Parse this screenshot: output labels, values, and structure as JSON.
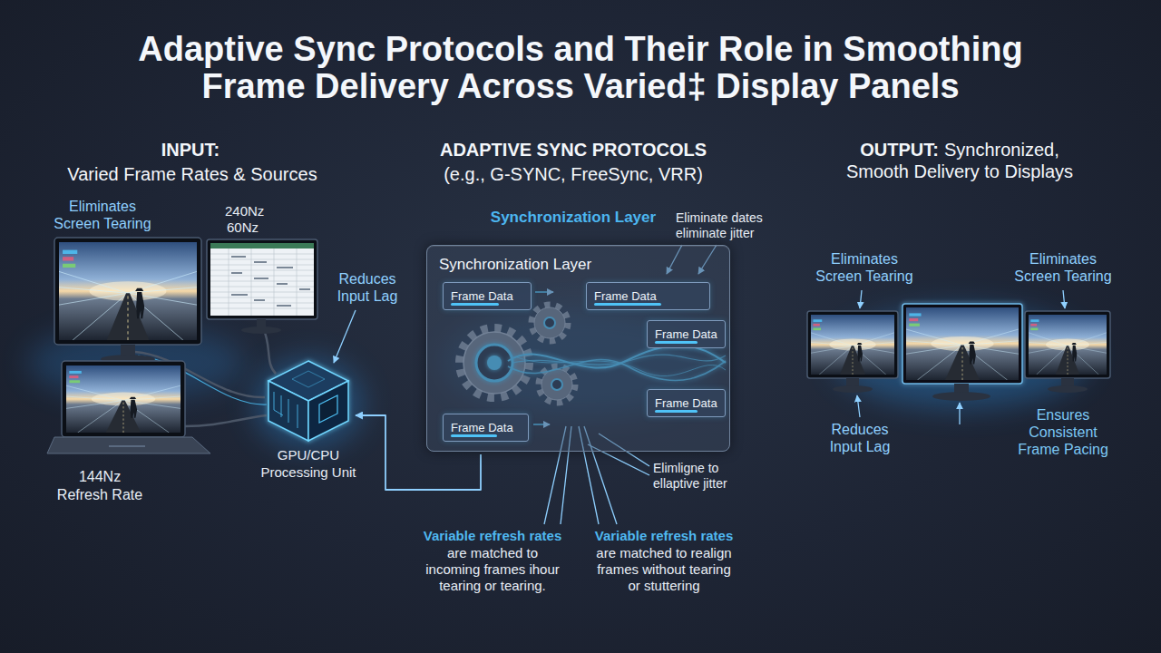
{
  "diagram": {
    "title": "Adaptive Sync Protocols and Their Role in Smoothing Frame Delivery Across Varied‡ Display Panels",
    "nodes": [
      {
        "text": [
          "GPU/CPU Processing Unit"
        ]
      },
      {
        "text": [
          "Synchronization Layer"
        ]
      },
      {
        "text": [
          "Frame Data"
        ],
        "in": 1
      },
      {
        "text": [
          "Frame Data"
        ],
        "in": 1
      },
      {
        "text": [
          "Frame Data"
        ],
        "in": 1
      },
      {
        "text": [
          "Frame Data"
        ],
        "in": 1
      },
      {
        "text": [
          "Frame Data"
        ],
        "in": 1
      }
    ],
    "edges": [
      {
        "from": 0,
        "to": 1,
        "arrow": "to"
      },
      {
        "from": 1,
        "to": 0,
        "arrow": "to"
      }
    ],
    "labels": [
      "INPUT:",
      "Varied Frame Rates & Sources",
      "ADAPTIVE SYNC PROTOCOLS",
      "(e.g., G-SYNC, FreeSync, VRR)",
      "OUTPUT:",
      "Synchronized, Smooth Delivery to Displays",
      "Eliminates Screen Tearing",
      "240Nz",
      "60Nz",
      "Reduces Input Lag",
      "144Nz",
      "Refresh Rate",
      "Synchronization Layer",
      "Eliminate dates eliminate jitter",
      "Elimligne to ellaptive jitter",
      "Variable refresh rates",
      "are matched to incoming frames ihour tearing or tearing.",
      "Variable refresh rates",
      "are matched to realign frames without tearing or stuttering",
      "Eliminates Screen Tearing",
      "Eliminates Screen Tearing",
      "Reduces Input Lag",
      "Ensures Consistent Frame Pacing"
    ]
  }
}
